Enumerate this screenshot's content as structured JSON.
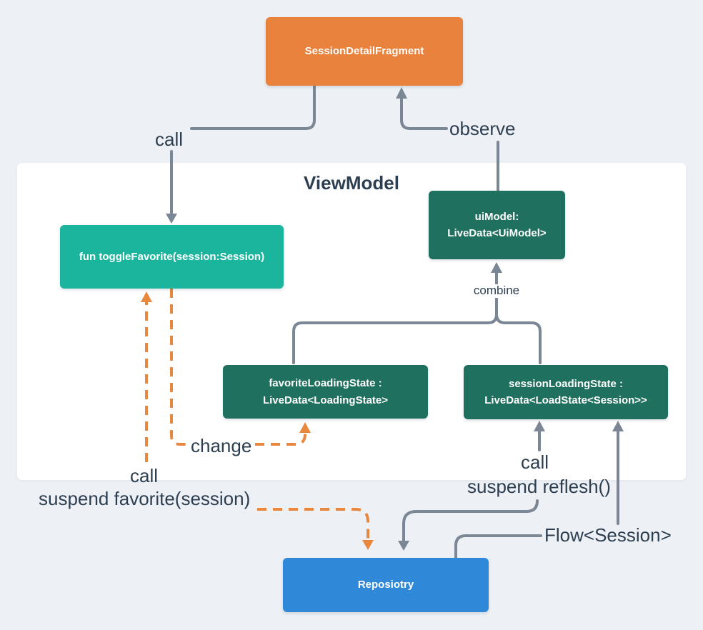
{
  "colors": {
    "background": "#EDF1F6",
    "panel": "#FFFFFF",
    "fragment_box": "#E8823C",
    "function_box": "#1BB49D",
    "livedata_box": "#20705F",
    "repository_box": "#2F88D8",
    "connector_gray": "#7B8794",
    "connector_orange": "#E8883E",
    "label_text": "#2C3E50",
    "box_text": "#FFFFFF"
  },
  "container": {
    "title": "ViewModel"
  },
  "nodes": {
    "fragment": {
      "label": "SessionDetailFragment"
    },
    "toggle_favorite": {
      "label": "fun toggleFavorite(session:Session)"
    },
    "ui_model": {
      "line1": "uiModel:",
      "line2": "LiveData<UiModel>"
    },
    "favorite_loading": {
      "line1": "favoriteLoadingState :",
      "line2": "LiveData<LoadingState>"
    },
    "session_loading": {
      "line1": "sessionLoadingState :",
      "line2": "LiveData<LoadState<Session>>"
    },
    "repository": {
      "label": "Reposiotry"
    }
  },
  "edge_labels": {
    "call_top": "call",
    "observe": "observe",
    "combine": "combine",
    "change": "change",
    "call_favorite": "call",
    "suspend_favorite": "suspend favorite(session)",
    "call_refresh": "call",
    "suspend_reflesh": "suspend reflesh()",
    "flow_session": "Flow<Session>"
  }
}
